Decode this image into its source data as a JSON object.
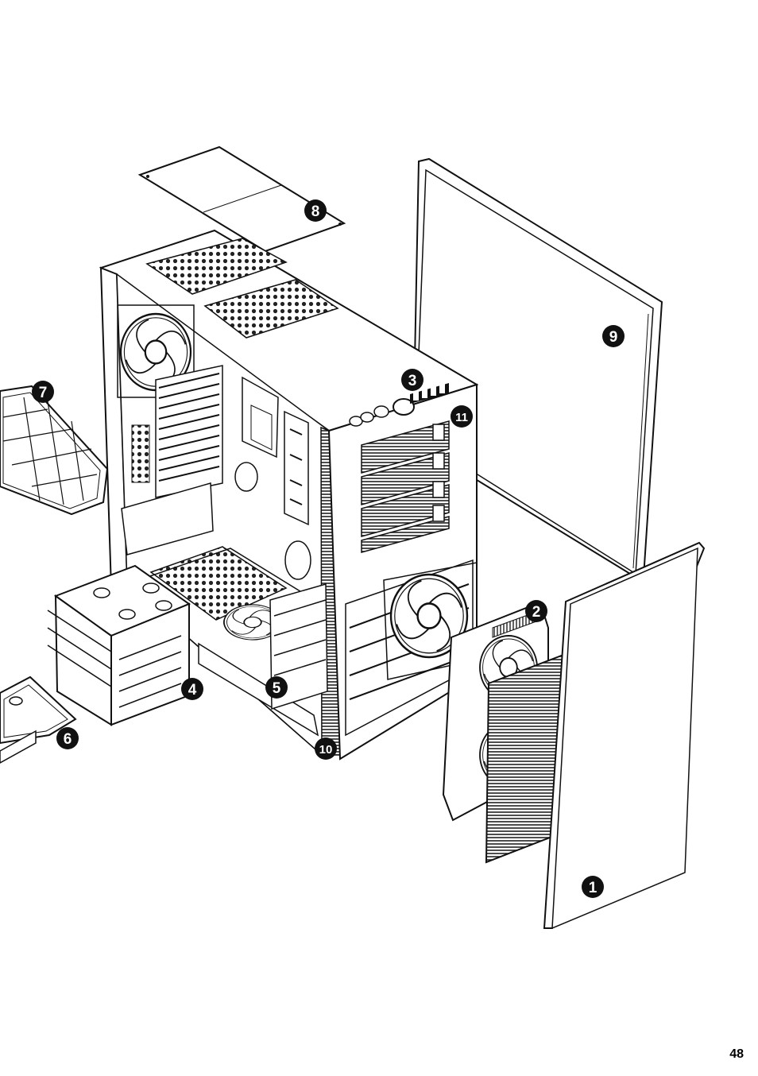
{
  "page_number": "48",
  "colors": {
    "line": "#111111",
    "fill": "#ffffff",
    "callout": "#111111",
    "callout_text": "#ffffff"
  },
  "callouts": [
    {
      "id": "1",
      "label": "1"
    },
    {
      "id": "2",
      "label": "2"
    },
    {
      "id": "3",
      "label": "3"
    },
    {
      "id": "4",
      "label": "4"
    },
    {
      "id": "5",
      "label": "5"
    },
    {
      "id": "6",
      "label": "6"
    },
    {
      "id": "7",
      "label": "7"
    },
    {
      "id": "8",
      "label": "8"
    },
    {
      "id": "9",
      "label": "9"
    },
    {
      "id": "10",
      "label": "10"
    },
    {
      "id": "11",
      "label": "11"
    }
  ]
}
